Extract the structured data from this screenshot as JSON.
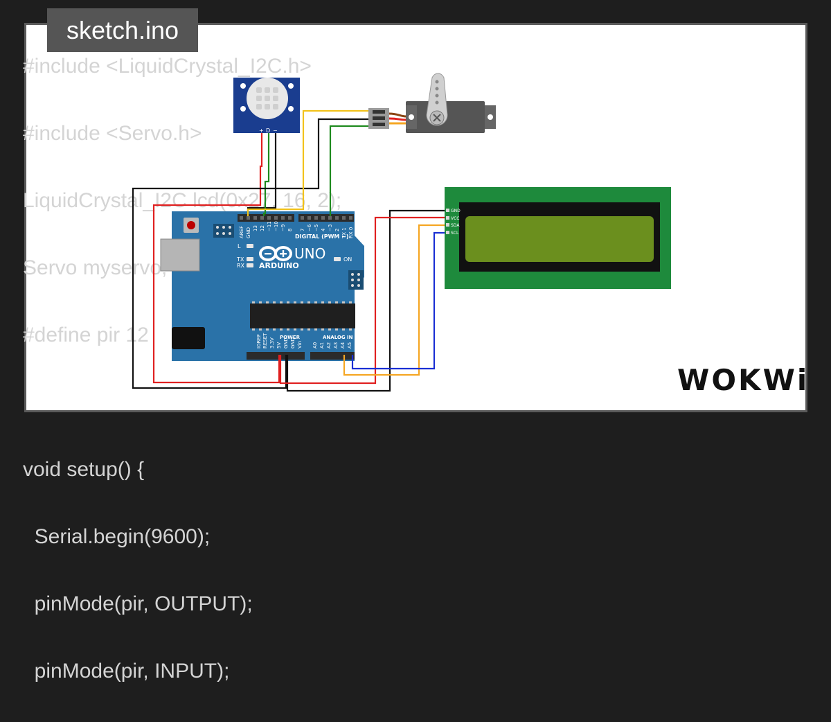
{
  "tab": {
    "filename": "sketch.ino"
  },
  "code": {
    "lines": [
      "#include <LiquidCrystal_I2C.h>",
      "#include <Servo.h>",
      "LiquidCrystal_I2C lcd(0x27, 16, 2);",
      "Servo myservo;",
      "#define pir 12",
      "",
      "void setup() {",
      "  Serial.begin(9600);",
      "  pinMode(pir, OUTPUT);",
      "  pinMode(pir, INPUT);"
    ]
  },
  "pir_sensor": {
    "pin_labels": [
      "+",
      "D",
      "−"
    ]
  },
  "arduino": {
    "digital_header": "DIGITAL (PWM ~)",
    "digital_pins": [
      "AREF",
      "GND",
      "13",
      "12",
      "~11",
      "~10",
      "~9",
      "8",
      "7",
      "~6",
      "~5",
      "4",
      "~3",
      "2",
      "TX 1",
      "RX 0"
    ],
    "uno_label": "UNO",
    "arduino_label": "ARDUINO",
    "on_label": "ON",
    "l_label": "L",
    "tx_label": "TX",
    "rx_label": "RX",
    "power_header": "POWER",
    "analog_header": "ANALOG IN",
    "power_pins": [
      "IOREF",
      "RESET",
      "3.3V",
      "5V",
      "GND",
      "GND",
      "Vin"
    ],
    "analog_pins": [
      "A0",
      "A1",
      "A2",
      "A3",
      "A4",
      "A5"
    ]
  },
  "lcd": {
    "pin_labels": [
      "GND",
      "VCC",
      "SDA",
      "SCL"
    ]
  },
  "brand": {
    "name": "WOKWi"
  },
  "colors": {
    "board": "#2a72a8",
    "lcd_pcb": "#1e8a3c",
    "lcd_screen": "#6b8f1e",
    "wire_red": "#e02020",
    "wire_black": "#111111",
    "wire_yellow": "#f2c21b",
    "wire_green": "#1e8a1e",
    "wire_orange": "#f5a623",
    "wire_blue": "#1a2fd4"
  }
}
